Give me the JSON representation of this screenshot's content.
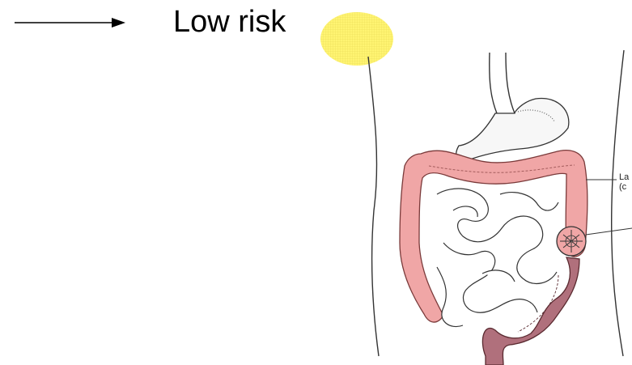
{
  "slide": {
    "heading": "Low risk",
    "heading_pointer_icon": "right-arrow-icon",
    "highlight_color": "#fff36b",
    "illustration": {
      "name": "abdominal-anatomy-illustration",
      "colon_color": "#f0a6a6",
      "sigmoid_color": "#b0707c",
      "callouts": [
        {
          "line1": "La",
          "line2": "(c"
        }
      ]
    }
  }
}
